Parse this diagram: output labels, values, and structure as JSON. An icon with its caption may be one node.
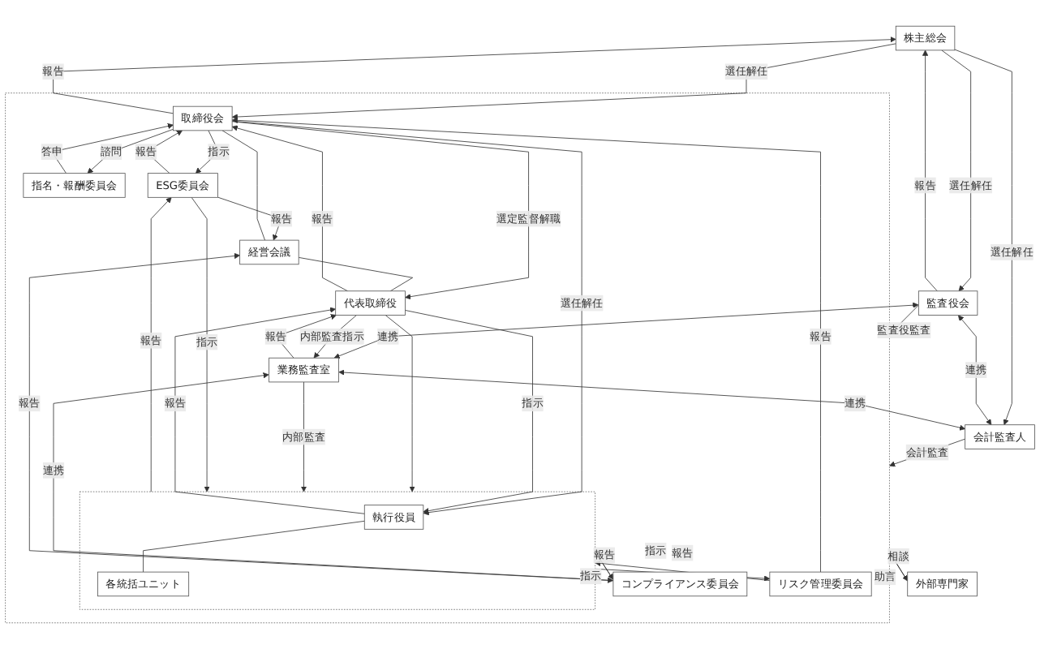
{
  "diagram": {
    "nodes": [
      {
        "text": [
          "株主総会"
        ]
      },
      {
        "text": [],
        "shape": "box"
      },
      {
        "text": [
          "取締役会"
        ],
        "in": 1
      },
      {
        "text": [
          "指名・報酬委員会"
        ],
        "in": 1
      },
      {
        "text": [
          "監査役会"
        ]
      },
      {
        "text": [
          "会計監査人"
        ]
      },
      {
        "text": [
          "業務監査室"
        ],
        "in": 1
      },
      {
        "text": [
          "経営会議"
        ],
        "in": 1
      },
      {
        "text": [
          "コンプライアンス委員会"
        ],
        "in": 1
      },
      {
        "text": [
          "ESG委員会"
        ],
        "in": 1
      },
      {
        "text": [
          "リスク管理委員会"
        ],
        "in": 1
      },
      {
        "text": [
          "代表取締役"
        ],
        "in": 1
      },
      {
        "text": [],
        "shape": "box",
        "in": 1
      },
      {
        "text": [
          "執行役員"
        ],
        "in": 12
      },
      {
        "text": [
          "各統括ユニット"
        ],
        "in": 12
      },
      {
        "text": [
          "外部専門家"
        ]
      }
    ],
    "edges": [
      {
        "from": 0,
        "to": 2,
        "arrow": "to",
        "label": "選任解任"
      },
      {
        "from": 2,
        "to": 0,
        "arrow": "to",
        "label": "報告"
      },
      {
        "from": 0,
        "to": 4,
        "arrow": "to",
        "label": "選任解任"
      },
      {
        "from": 4,
        "to": 0,
        "arrow": "to",
        "label": "報告"
      },
      {
        "from": 0,
        "to": 5,
        "arrow": "to",
        "label": "選任解任"
      },
      {
        "from": 2,
        "to": 3,
        "arrow": "to",
        "label": "諮問"
      },
      {
        "from": 3,
        "to": 2,
        "arrow": "to",
        "label": "答申"
      },
      {
        "from": 4,
        "to": 1,
        "arrow": "to",
        "label": "監査役監査"
      },
      {
        "from": 4,
        "to": 6,
        "arrow": "both",
        "label": "連携"
      },
      {
        "from": 4,
        "to": 5,
        "arrow": "both",
        "label": "連携"
      },
      {
        "from": 6,
        "to": 5,
        "arrow": "both",
        "label": "連携"
      },
      {
        "from": 2,
        "to": 9,
        "arrow": "to",
        "label": "指示"
      },
      {
        "from": 9,
        "to": 2,
        "arrow": "to",
        "label": "報告"
      },
      {
        "from": 10,
        "to": 2,
        "arrow": "to",
        "label": "報告"
      },
      {
        "from": 2,
        "to": 13,
        "arrow": "to",
        "label": "選任解任"
      },
      {
        "from": 2,
        "to": 11,
        "arrow": "to",
        "label": "選定監督解職"
      },
      {
        "from": 9,
        "to": 7,
        "arrow": "to",
        "label": "報告"
      },
      {
        "from": 2,
        "to": 7,
        "arrow": "none"
      },
      {
        "from": 6,
        "to": 8,
        "arrow": "both",
        "label": "連携"
      },
      {
        "from": 8,
        "to": 7,
        "arrow": "to",
        "label": "報告"
      },
      {
        "from": 11,
        "to": 2,
        "arrow": "to",
        "label": "報告"
      },
      {
        "from": 11,
        "to": 6,
        "arrow": "to",
        "label": "内部監査指示"
      },
      {
        "from": 6,
        "to": 11,
        "arrow": "to",
        "label": "報告"
      },
      {
        "from": 5,
        "to": 1,
        "arrow": "to",
        "label": "会計監査"
      },
      {
        "from": 7,
        "to": 11,
        "arrow": "none"
      },
      {
        "from": 11,
        "to": 12,
        "arrow": "to"
      },
      {
        "from": 11,
        "to": 13,
        "arrow": "to",
        "label": "指示"
      },
      {
        "from": 13,
        "to": 11,
        "arrow": "to",
        "label": "報告"
      },
      {
        "from": 12,
        "to": 8,
        "arrow": "to",
        "label": "報告"
      },
      {
        "from": 8,
        "to": 12,
        "arrow": "to",
        "label": "指示"
      },
      {
        "from": 6,
        "to": 12,
        "arrow": "to",
        "label": "内部監査"
      },
      {
        "from": 12,
        "to": 9,
        "arrow": "to",
        "label": "報告"
      },
      {
        "from": 9,
        "to": 12,
        "arrow": "to",
        "label": "指示"
      },
      {
        "from": 12,
        "to": 10,
        "arrow": "to",
        "label": "報告"
      },
      {
        "from": 10,
        "to": 12,
        "arrow": "to",
        "label": "指示"
      },
      {
        "from": 13,
        "to": 14,
        "arrow": "none"
      },
      {
        "from": 1,
        "to": 15,
        "arrow": "to",
        "label": "相談"
      },
      {
        "from": 15,
        "to": 1,
        "arrow": "to",
        "label": "助言"
      }
    ]
  }
}
